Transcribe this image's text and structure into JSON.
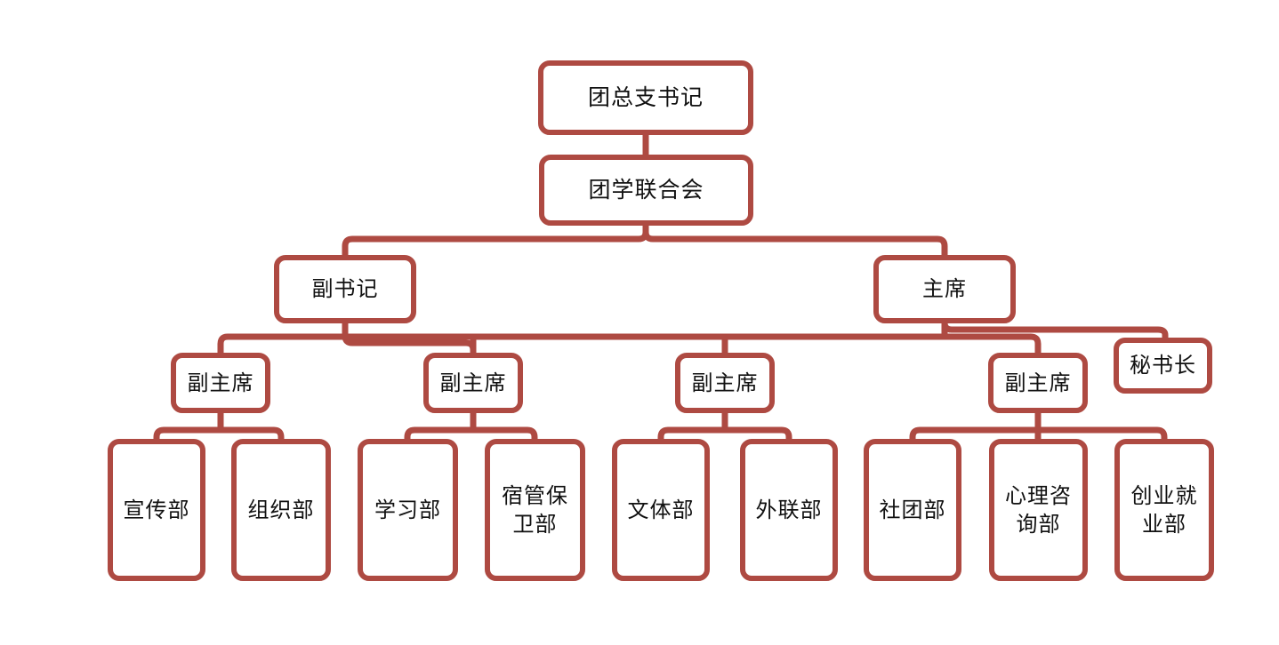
{
  "colors": {
    "accent": "#AE4A42",
    "text": "#111111",
    "background": "#FFFFFF"
  },
  "diagram": {
    "type": "org-chart",
    "nodes": [
      {
        "id": "league_branch_secretary",
        "label": "团总支书记",
        "parent": null
      },
      {
        "id": "league_student_union",
        "label": "团学联合会",
        "parent": "league_branch_secretary"
      },
      {
        "id": "deputy_secretary",
        "label": "副书记",
        "parent": "league_student_union"
      },
      {
        "id": "chairman",
        "label": "主席",
        "parent": "league_student_union"
      },
      {
        "id": "vice_chairman_1",
        "label": "副主席",
        "parent": "deputy_secretary"
      },
      {
        "id": "vice_chairman_2",
        "label": "副主席",
        "parent": "deputy_secretary"
      },
      {
        "id": "vice_chairman_3",
        "label": "副主席",
        "parent": "chairman"
      },
      {
        "id": "vice_chairman_4",
        "label": "副主席",
        "parent": "chairman"
      },
      {
        "id": "secretary_general",
        "label": "秘书长",
        "parent": "chairman"
      },
      {
        "id": "publicity_dept",
        "label": "宣传部",
        "parent": "vice_chairman_1"
      },
      {
        "id": "organization_dept",
        "label": "组织部",
        "parent": "vice_chairman_1"
      },
      {
        "id": "study_dept",
        "label": "学习部",
        "parent": "vice_chairman_2"
      },
      {
        "id": "dorm_security_dept",
        "label": "宿管保卫部",
        "parent": "vice_chairman_2"
      },
      {
        "id": "culture_sports_dept",
        "label": "文体部",
        "parent": "vice_chairman_3"
      },
      {
        "id": "external_liaison_dept",
        "label": "外联部",
        "parent": "vice_chairman_3"
      },
      {
        "id": "clubs_dept",
        "label": "社团部",
        "parent": "vice_chairman_4"
      },
      {
        "id": "psych_counseling_dept",
        "label": "心理咨询部",
        "parent": "vice_chairman_4"
      },
      {
        "id": "entrepreneurship_employment_dept",
        "label": "创业就业部",
        "parent": "vice_chairman_4"
      }
    ]
  }
}
